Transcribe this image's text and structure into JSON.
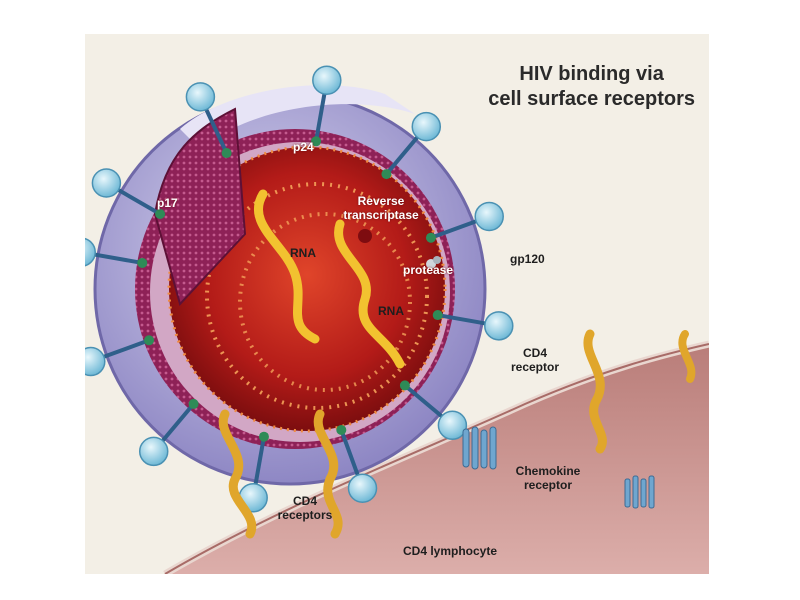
{
  "title": {
    "line1": "HIV binding via",
    "line2": "cell surface receptors"
  },
  "labels": {
    "p24": "p24",
    "p17": "p17",
    "reverse_transcriptase_1": "Reverse",
    "reverse_transcriptase_2": "transcriptase",
    "rna_left": "RNA",
    "rna_right": "RNA",
    "protease": "protease",
    "gp120": "gp120",
    "cd4_receptor_1": "CD4",
    "cd4_receptor_2": "receptor",
    "chemokine_1": "Chemokine",
    "chemokine_2": "receptor",
    "cd4_receptors_1": "CD4",
    "cd4_receptors_2": "receptors",
    "cd4_lymphocyte": "CD4 lymphocyte"
  },
  "colors": {
    "background": "#f3efe6",
    "envelope": "#b9b4d8",
    "matrix": "#8e2157",
    "capsid": "#b51c1c",
    "rna": "#f2c230",
    "cell": "#c98a86",
    "gp120": "#8fd0e6",
    "receptor": "#e0a62b"
  }
}
